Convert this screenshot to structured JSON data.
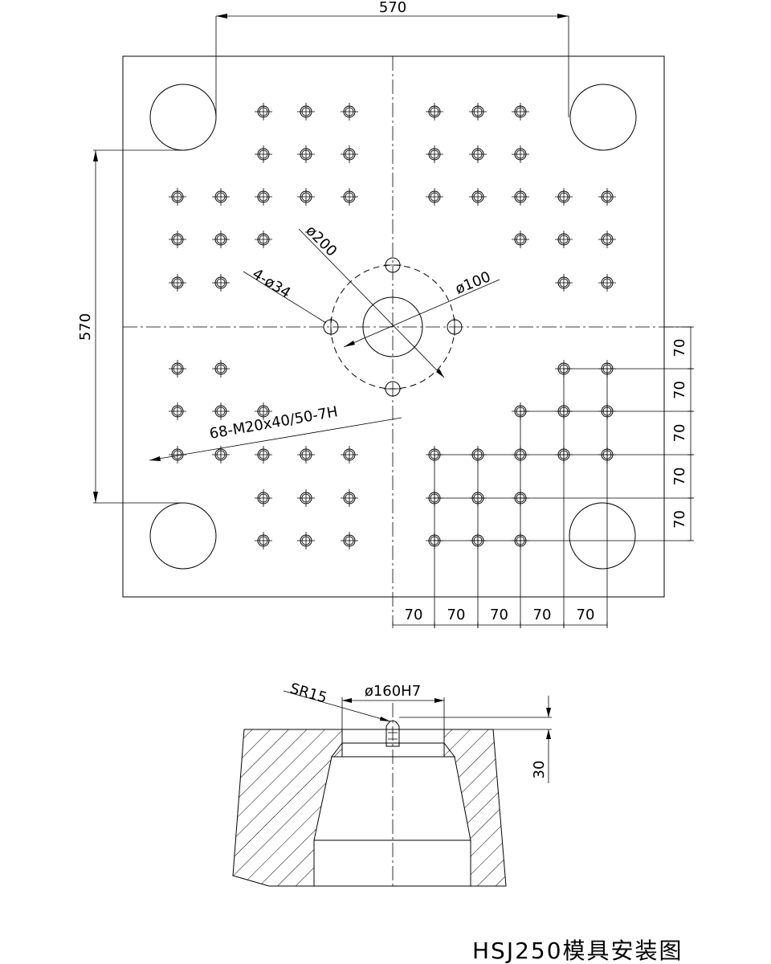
{
  "dimensions": {
    "top_width": "570",
    "left_height": "570",
    "dia_200": "ø200",
    "dia_100": "ø100",
    "holes_4x34": "4-ø34",
    "tapped_holes": "68-M20x40/50-7H",
    "right_spacing": [
      "70",
      "70",
      "70",
      "70",
      "70"
    ],
    "bottom_spacing": [
      "70",
      "70",
      "70",
      "70",
      "70"
    ]
  },
  "section": {
    "sphere_radius": "SR15",
    "bore": "ø160H7",
    "depth": "30"
  },
  "title": "HSJ250模具安装图"
}
